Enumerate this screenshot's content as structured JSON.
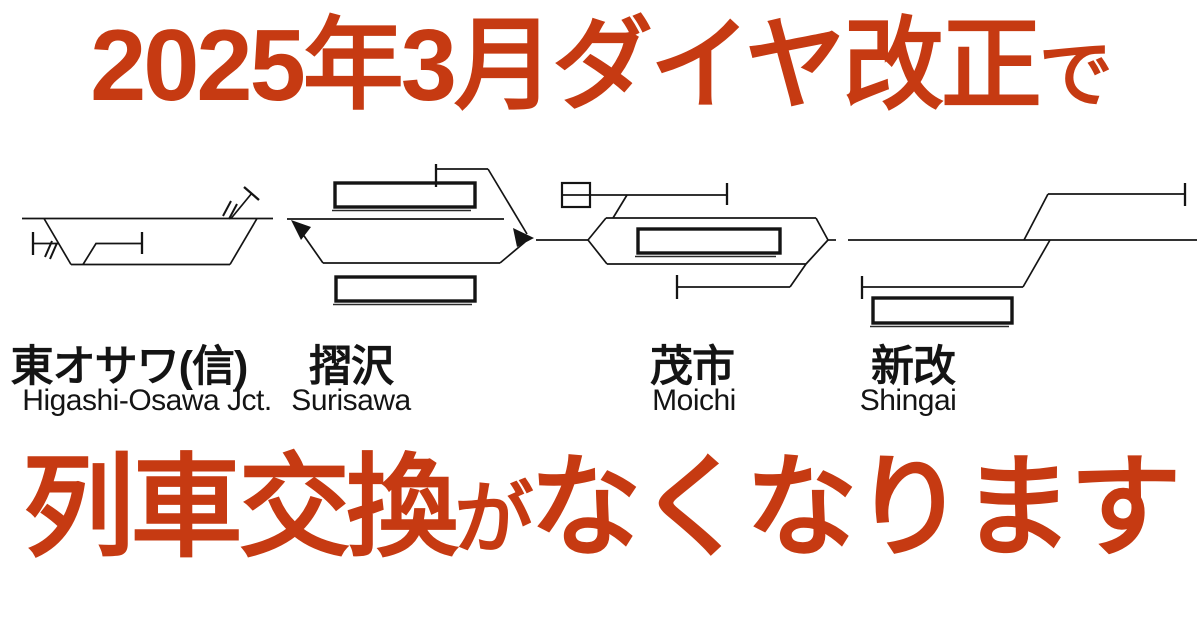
{
  "headline": {
    "accent_color": "#c63a12",
    "top": {
      "main": "2025年3月ダイヤ改正",
      "particle": "で"
    },
    "bottom": {
      "part1": "列車交換",
      "particle": "が",
      "part2": "なくなります"
    }
  },
  "diagram": {
    "track_color": "#141414",
    "legend_note": "railway track layout diagrams of four stations"
  },
  "stations": [
    {
      "name": "東オサワ(信)",
      "romaji": "Higashi-Osawa Jct.",
      "layout": "passing loop with inner dead-end siding; left stub and upper-right stub crossed by removal (//) marks"
    },
    {
      "name": "摺沢",
      "romaji": "Surisawa",
      "layout": "passing loop with upper and lower side platforms, upper dead-end stub, entry and exit direction arrows"
    },
    {
      "name": "茂市",
      "romaji": "Moichi",
      "layout": "passing loop with island platform, upper dead-end siding with small box and end tick, lower dead-end siding"
    },
    {
      "name": "新改",
      "romaji": "Shingai",
      "layout": "switchback: through main line with upper dead-end track and lower dead-end track beside a side platform"
    }
  ]
}
